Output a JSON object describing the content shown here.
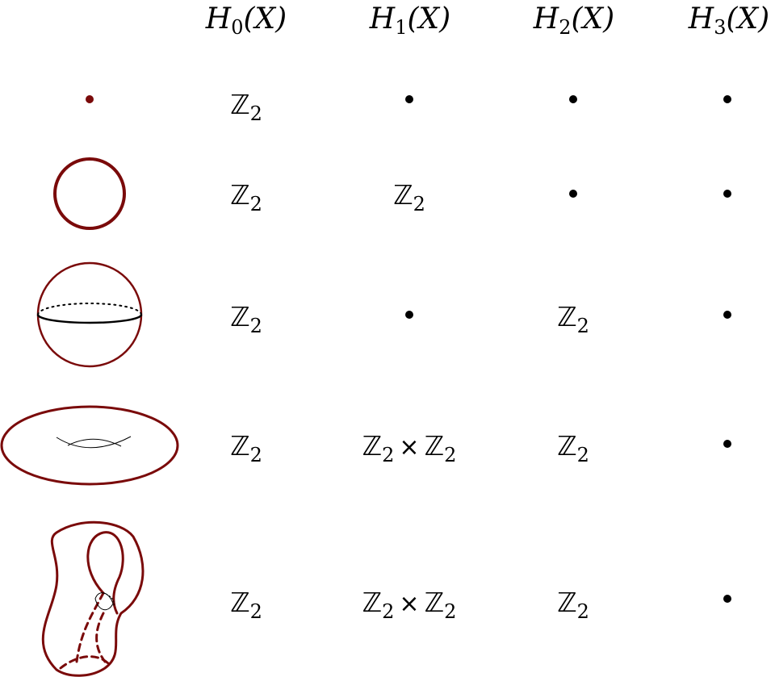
{
  "headers": [
    {
      "h": "H",
      "sub": "0",
      "arg": "(X)"
    },
    {
      "h": "H",
      "sub": "1",
      "arg": "(X)"
    },
    {
      "h": "H",
      "sub": "2",
      "arg": "(X)"
    },
    {
      "h": "H",
      "sub": "3",
      "arg": "(X)"
    }
  ],
  "rows": [
    {
      "space": "point-icon",
      "cells": [
        "Z2",
        "0",
        "0",
        "0"
      ]
    },
    {
      "space": "circle-icon",
      "cells": [
        "Z2",
        "Z2",
        "0",
        "0"
      ]
    },
    {
      "space": "sphere-icon",
      "cells": [
        "Z2",
        "0",
        "Z2",
        "0"
      ]
    },
    {
      "space": "torus-icon",
      "cells": [
        "Z2",
        "Z2xZ2",
        "Z2",
        "0"
      ]
    },
    {
      "space": "klein-bottle-icon",
      "cells": [
        "Z2",
        "Z2xZ2",
        "Z2",
        "0"
      ]
    }
  ],
  "symbols": {
    "Z2": {
      "letter": "ℤ",
      "sub": "2"
    },
    "times": "×"
  },
  "colors": {
    "surface": "#7a0a0a",
    "ink": "#000000"
  }
}
